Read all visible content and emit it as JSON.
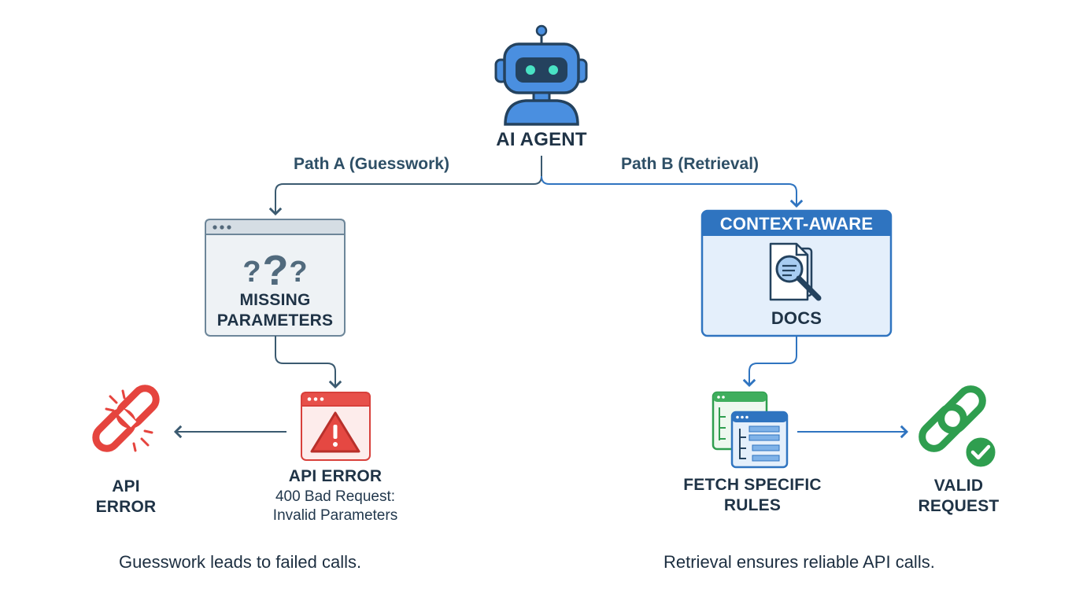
{
  "agent": {
    "label": "AI AGENT",
    "icon": "robot-icon"
  },
  "path_a": {
    "label": "Path A (Guesswork)",
    "missing_box": {
      "title": "MISSING PARAMETERS",
      "icon": "question-marks-icon"
    },
    "error_window": {
      "title": "API ERROR",
      "detail_line1": "400 Bad Request:",
      "detail_line2": "Invalid Parameters",
      "icon": "warning-icon"
    },
    "outcome": {
      "line1": "API",
      "line2": "ERROR",
      "icon": "broken-link-icon"
    },
    "caption": "Guesswork leads to failed calls."
  },
  "path_b": {
    "label": "Path B (Retrieval)",
    "docs_box": {
      "header": "CONTEXT-AWARE",
      "title": "DOCS",
      "icon": "document-search-icon"
    },
    "rules": {
      "line1": "FETCH SPECIFIC",
      "line2": "RULES",
      "icon": "rules-windows-icon"
    },
    "outcome": {
      "line1": "VALID",
      "line2": "REQUEST",
      "icon": "connected-link-check-icon"
    },
    "caption": "Retrieval ensures reliable API calls."
  },
  "colors": {
    "dark": "#2e4f66",
    "blue": "#2f74c0",
    "light_blue": "#e4effb",
    "red": "#e0403b",
    "green": "#2f9e4f",
    "gray": "#eef2f5"
  }
}
